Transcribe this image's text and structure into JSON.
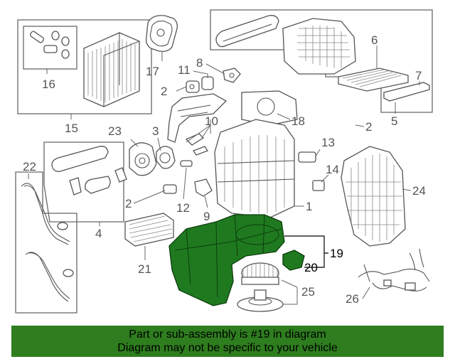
{
  "callouts": {
    "c1": "1",
    "c2a": "2",
    "c2b": "2",
    "c2c": "2",
    "c3": "3",
    "c4": "4",
    "c5": "5",
    "c6": "6",
    "c7": "7",
    "c8": "8",
    "c9": "9",
    "c10": "10",
    "c11": "11",
    "c12": "12",
    "c13": "13",
    "c14": "14",
    "c15": "15",
    "c16": "16",
    "c17": "17",
    "c18": "18",
    "c19": "19",
    "c20": "20",
    "c21": "21",
    "c22": "22",
    "c23": "23",
    "c24": "24",
    "c25": "25",
    "c26": "26"
  },
  "highlight": {
    "color": "#1f7a1f",
    "parts": [
      "19",
      "20"
    ]
  },
  "banner": {
    "line1": "Part or sub-assembly is #19 in diagram",
    "line2": "Diagram may not be specific to your vehicle",
    "background": "#2e7d1e"
  }
}
